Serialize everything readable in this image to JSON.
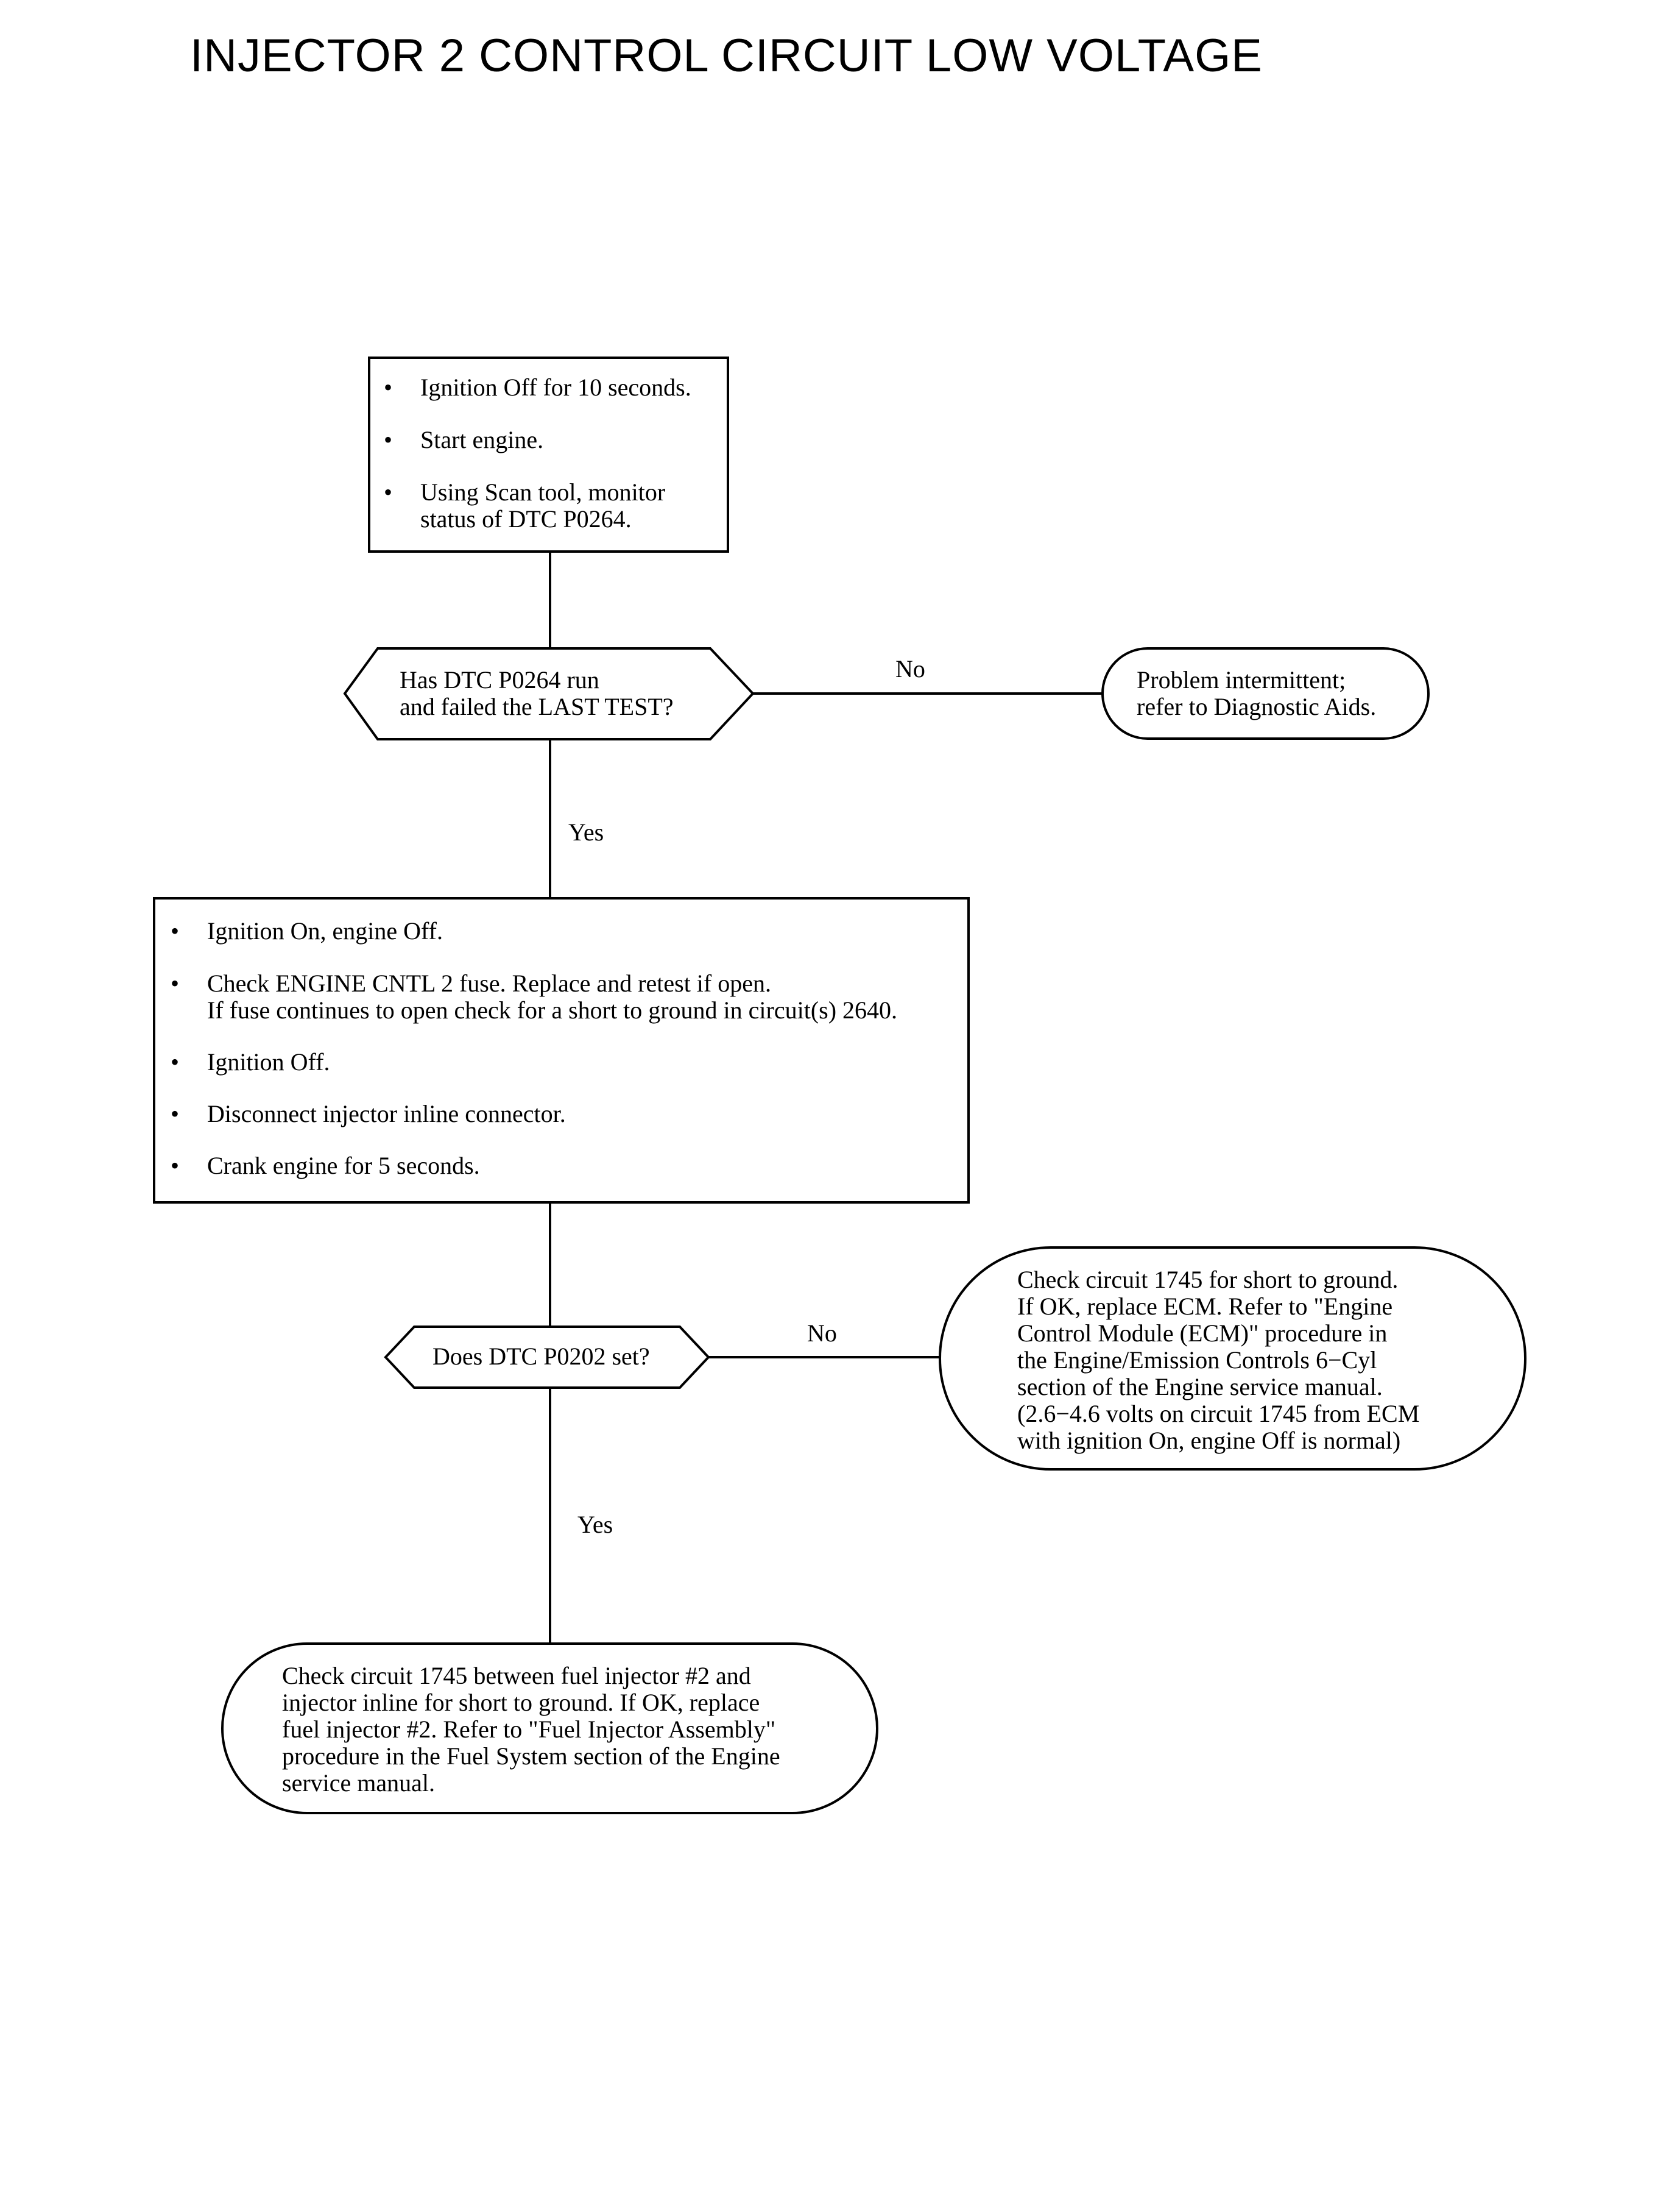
{
  "title": "INJECTOR 2 CONTROL CIRCUIT LOW VOLTAGE",
  "box1": {
    "items": [
      [
        "Ignition Off for 10 seconds."
      ],
      [
        "Start engine."
      ],
      [
        "Using Scan tool, monitor",
        "status of DTC P0264."
      ]
    ]
  },
  "decision1": {
    "lines": [
      "Has DTC P0264 run",
      "and failed the LAST TEST?"
    ]
  },
  "terminal1": {
    "lines": [
      "Problem intermittent;",
      "refer to Diagnostic Aids."
    ]
  },
  "box2": {
    "items": [
      [
        "Ignition On, engine Off."
      ],
      [
        "Check ENGINE CNTL 2 fuse.  Replace and retest if open.",
        "If fuse continues to open check for a short to ground in circuit(s) 2640."
      ],
      [
        "Ignition Off."
      ],
      [
        "Disconnect injector inline connector."
      ],
      [
        "Crank engine for 5 seconds."
      ]
    ]
  },
  "decision2": {
    "lines": [
      "Does DTC P0202 set?"
    ]
  },
  "terminal2": {
    "lines": [
      "Check circuit 1745 for short to ground.",
      "If OK, replace ECM. Refer to \"Engine",
      "Control Module (ECM)\" procedure in",
      "the Engine/Emission Controls 6−Cyl",
      "section of the Engine service manual.",
      "(2.6−4.6 volts on circuit 1745 from ECM",
      "with ignition On, engine Off is normal)"
    ]
  },
  "terminal3": {
    "lines": [
      "Check circuit 1745 between fuel injector #2 and",
      "injector inline for short to ground. If OK, replace",
      "fuel injector #2. Refer to \"Fuel Injector Assembly\"",
      "procedure in the Fuel System section of the Engine",
      "service manual."
    ]
  },
  "labels": {
    "no1": "No",
    "yes1": "Yes",
    "no2": "No",
    "yes2": "Yes"
  },
  "bullet_char": "•"
}
